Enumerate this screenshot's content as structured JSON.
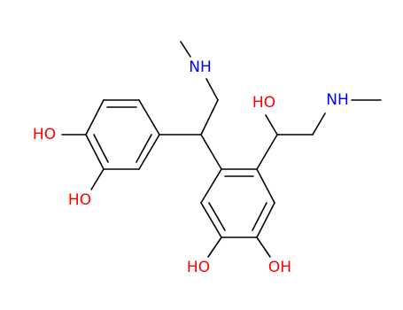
{
  "molecule": {
    "labels": {
      "oh_top_left": "HO",
      "oh_left_lower": "HO",
      "nh_top": "NH",
      "oh_center_top": "HO",
      "nh_right": "NH",
      "oh_bottom_left": "HO",
      "oh_bottom_right": "OH"
    },
    "colors": {
      "bond": "#000000",
      "oxygen": "#ff0000",
      "hydrogen": "#000000",
      "nitrogen": "#0000ff",
      "background": "#ffffff"
    }
  }
}
